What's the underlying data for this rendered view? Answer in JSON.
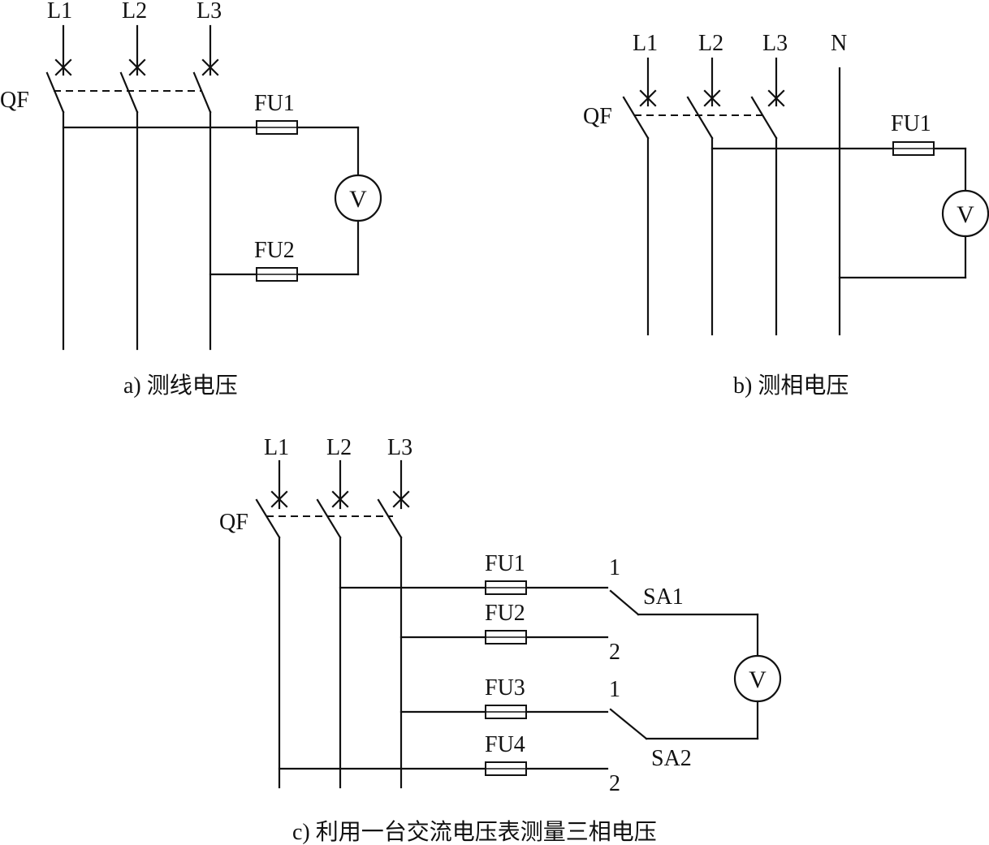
{
  "diagram_a": {
    "line_labels": [
      "L1",
      "L2",
      "L3"
    ],
    "breaker_label": "QF",
    "fuse_labels": [
      "FU1",
      "FU2"
    ],
    "meter_symbol": "V",
    "caption": "a) 测线电压"
  },
  "diagram_b": {
    "line_labels": [
      "L1",
      "L2",
      "L3",
      "N"
    ],
    "breaker_label": "QF",
    "fuse_labels": [
      "FU1"
    ],
    "meter_symbol": "V",
    "caption": "b) 测相电压"
  },
  "diagram_c": {
    "line_labels": [
      "L1",
      "L2",
      "L3"
    ],
    "breaker_label": "QF",
    "fuse_labels": [
      "FU1",
      "FU2",
      "FU3",
      "FU4"
    ],
    "switch_labels": [
      "SA1",
      "SA2"
    ],
    "contact_labels": [
      "1",
      "2",
      "1",
      "2"
    ],
    "meter_symbol": "V",
    "caption": "c) 利用一台交流电压表测量三相电压"
  }
}
